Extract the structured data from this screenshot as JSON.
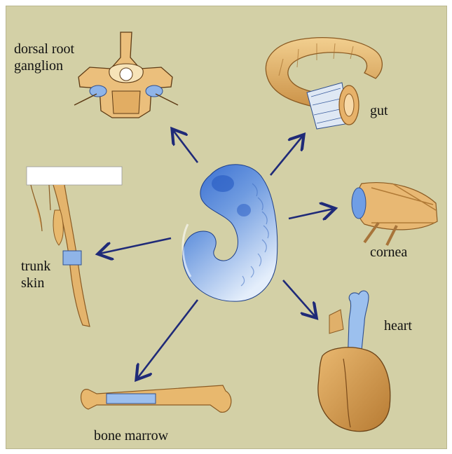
{
  "labels": {
    "dorsal_root_line1": "dorsal root",
    "dorsal_root_line2": "ganglion",
    "gut": "gut",
    "cornea": "cornea",
    "trunk_line1": "trunk",
    "trunk_line2": "skin",
    "heart": "heart",
    "bone_marrow": "bone marrow"
  },
  "colors": {
    "background": "#d3d0a6",
    "arrow": "#1f2a78",
    "tissue": "#e2b066",
    "tissue_dark": "#b07a36",
    "highlight": "#8fb4e8",
    "embryo_dark": "#2f67cf",
    "embryo_light": "#cfe0f7"
  }
}
